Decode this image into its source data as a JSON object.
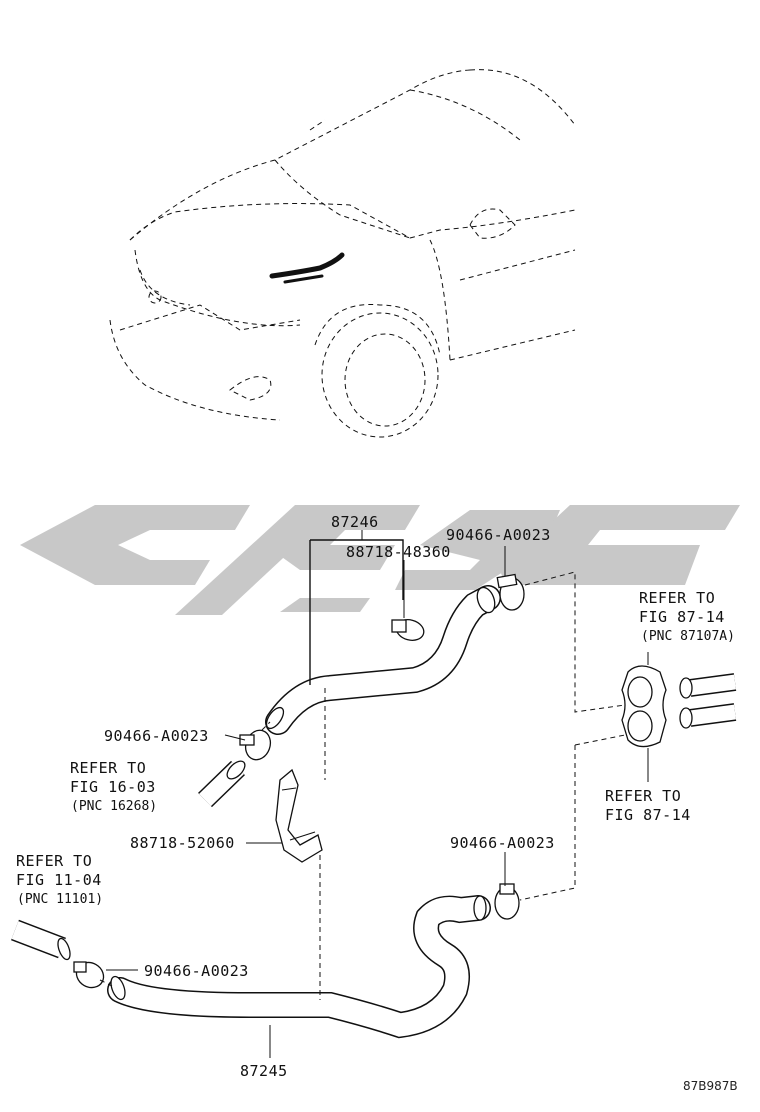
{
  "diagram": {
    "figure_code": "87B987B",
    "parts": {
      "hose_upper": "87246",
      "hose_lower": "87245",
      "clamp": "90466-A0023",
      "clamp_upper_hose": "88718-48360",
      "hose_clamp_bracket": "88718-52060"
    },
    "refs": {
      "fig_16_03": {
        "line1": "REFER TO",
        "line2": "FIG 16-03",
        "line3": "(PNC 16268)"
      },
      "fig_11_04": {
        "line1": "REFER TO",
        "line2": "FIG 11-04",
        "line3": "(PNC 11101)"
      },
      "fig_87_14_top": {
        "line1": "REFER TO",
        "line2": "FIG 87-14",
        "line3": "(PNC 87107A)"
      },
      "fig_87_14_bottom": {
        "line1": "REFER TO",
        "line2": "FIG 87-14"
      }
    }
  }
}
